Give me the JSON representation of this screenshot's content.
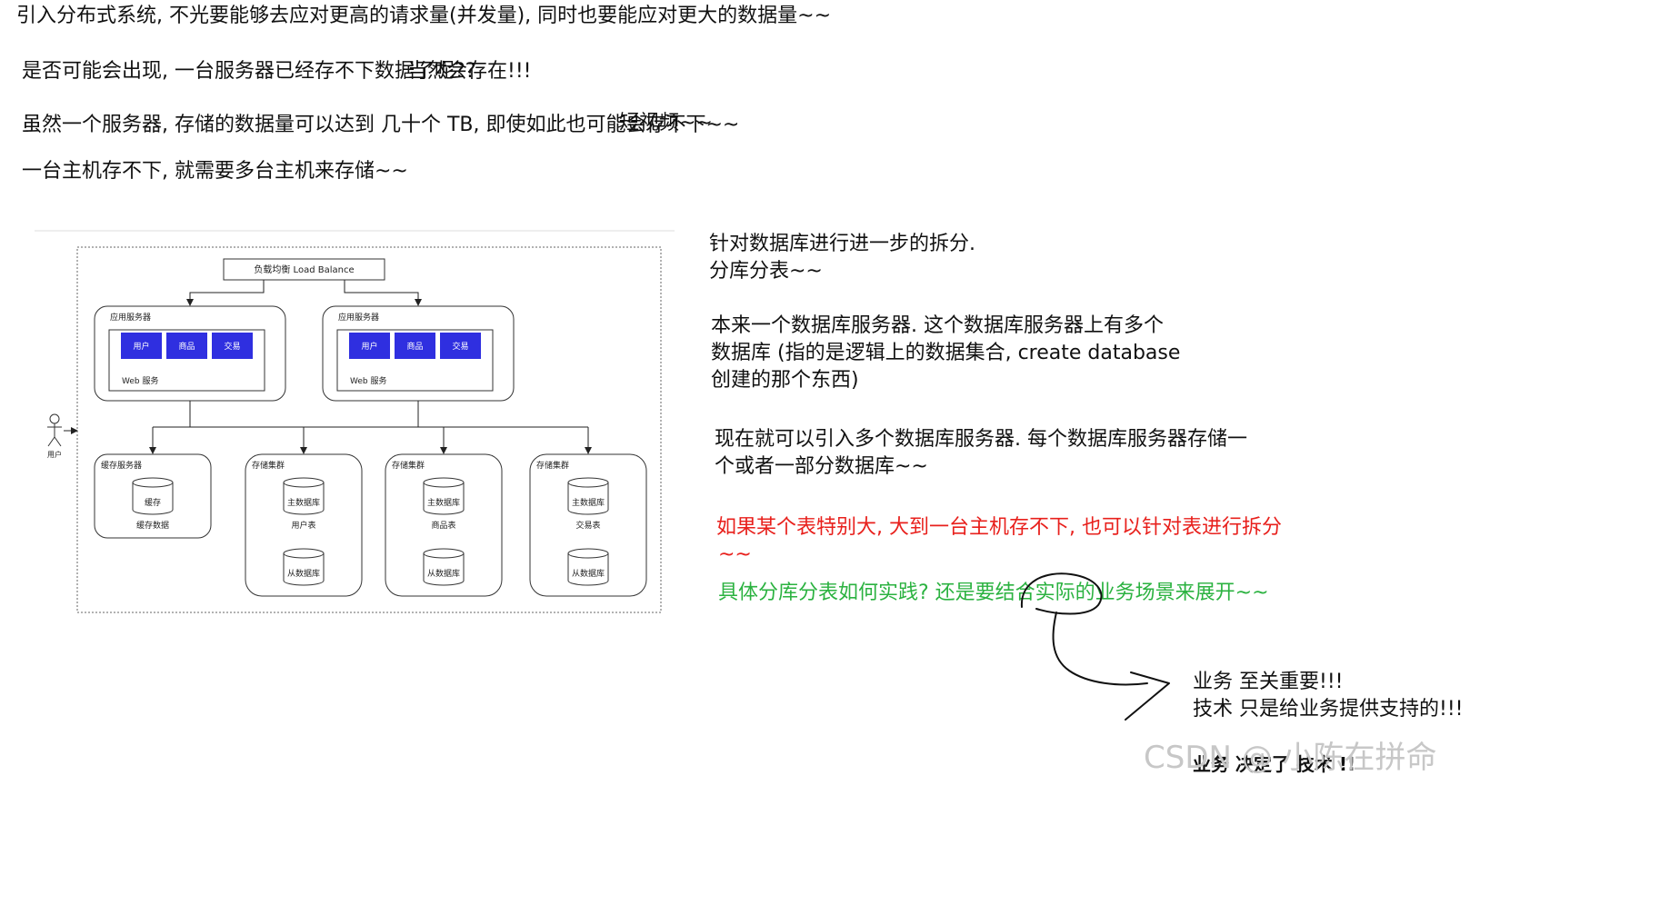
{
  "notes": {
    "l1": "引入分布式系统, 不光要能够去应对更高的请求量(并发量), 同时也要能应对更大的数据量~~",
    "l2a": "是否可能会出现, 一台服务器已经存不下数据了呢??",
    "l2b": "当然会存在!!!",
    "l3a": "虽然一个服务器, 存储的数据量可以达到 几十个 TB, 即使如此也可能会存不下~~",
    "l3b": "短视频~~",
    "l4": "一台主机存不下, 就需要多台主机来存储~~"
  },
  "right": {
    "r1": "针对数据库进行进一步的拆分.",
    "r2": "分库分表~~",
    "r3": "本来一个数据库服务器. 这个数据库服务器上有多个",
    "r4": "数据库 (指的是逻辑上的数据集合, create database",
    "r5": "创建的那个东西)",
    "r6": "现在就可以引入多个数据库服务器. 每个数据库服务器存储一",
    "r7": "个或者一部分数据库~~",
    "r8": "如果某个表特别大, 大到一台主机存不下, 也可以针对表进行拆分",
    "r9": "~~",
    "r10": "具体分库分表如何实践? 还是要结合实际的业务场景来展开~~",
    "r11": "业务 至关重要!!!",
    "r12": "技术 只是给业务提供支持的!!!",
    "r13": "业务 决定了 技术 !!"
  },
  "watermark": "CSDN @ 小陈在拼命",
  "diagram": {
    "load_balance": "负载均衡 Load Balance",
    "app_server_title": "应用服务器",
    "module_user": "用户",
    "module_goods": "商品",
    "module_trade": "交易",
    "web_service": "Web 服务",
    "user_actor": "用户",
    "cache_server": "缓存服务器",
    "cache": "缓存",
    "cache_data": "缓存数据",
    "storage_cluster": "存储集群",
    "main_db": "主数据库",
    "slave_db": "从数据库",
    "table_user": "用户表",
    "table_goods": "商品表",
    "table_trade": "交易表"
  },
  "colors": {
    "module_fill": "#2f2fe0",
    "red_text": "#e8201c",
    "green_text": "#2bb240",
    "watermark": "#c7c7c7"
  }
}
